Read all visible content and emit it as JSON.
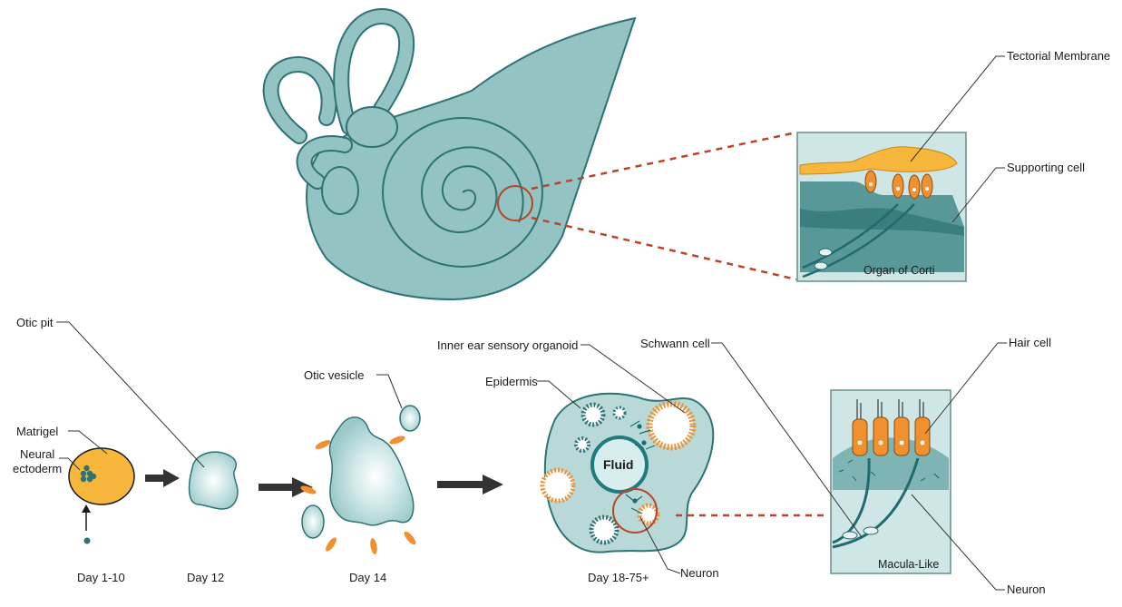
{
  "labels": {
    "tectorial_membrane": "Tectorial Membrane",
    "supporting_cell": "Supporting cell",
    "organ_of_corti": "Organ of Corti",
    "otic_pit": "Otic pit",
    "matrigel": "Matrigel",
    "neural": "Neural",
    "ectoderm": "ectoderm",
    "otic_vesicle": "Otic vesicle",
    "inner_ear_sensory_organoid": "Inner ear sensory organoid",
    "epidermis": "Epidermis",
    "fluid": "Fluid",
    "schwann_cell": "Schwann cell",
    "hair_cell": "Hair cell",
    "macula_like": "Macula-Like",
    "neuron_organoid": "Neuron",
    "neuron_macula": "Neuron"
  },
  "timeline": {
    "day_1_10": "Day 1-10",
    "day_12": "Day 12",
    "day_14": "Day 14",
    "day_18_75": "Day 18-75+"
  },
  "colors": {
    "teal_fill": "#9cc9c7",
    "teal_stroke": "#2e7373",
    "dark_teal": "#1f6b6e",
    "orange": "#f0902f",
    "yellow": "#f6b73c",
    "dashed_red": "#b8442a",
    "panel_bg": "#cfe6e6"
  }
}
